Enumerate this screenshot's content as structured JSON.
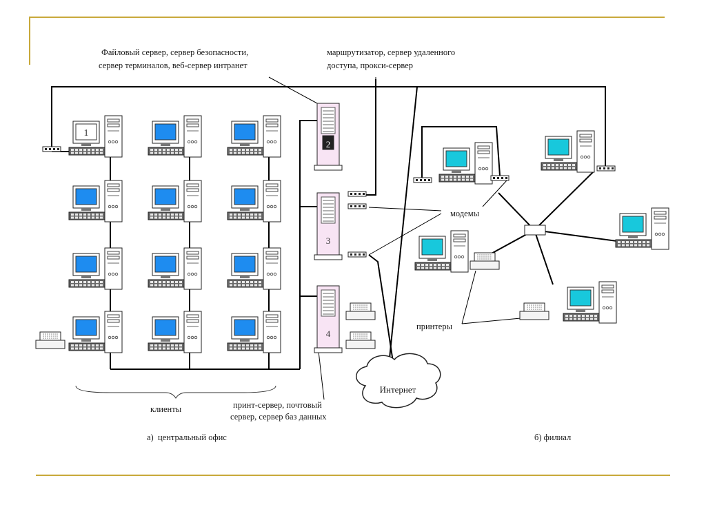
{
  "labels": {
    "servers_top_line1": "Файловый сервер, сервер безопасности,",
    "servers_top_line2": "сервер терминалов, веб-сервер интранет",
    "router_line1": "маршрутизатор, сервер удаленного",
    "router_line2": "доступа, прокси-сервер",
    "modems": "модемы",
    "printers": "принтеры",
    "internet": "Интернет",
    "clients": "клиенты",
    "print_server_line1": "принт-сервер, почтовый",
    "print_server_line2": "сервер, сервер баз данных",
    "caption_a": "а)  центральный офис",
    "caption_b": "б) филиал"
  },
  "numbers": {
    "client_1": "1",
    "server_2": "2",
    "server_3": "3",
    "server_4": "4"
  },
  "colors": {
    "accent_line": "#c8a93a",
    "office_screen": "#1e8cf0",
    "branch_screen": "#18c8dc",
    "server_fill": "#f8e4f4",
    "wire": "#000000"
  }
}
